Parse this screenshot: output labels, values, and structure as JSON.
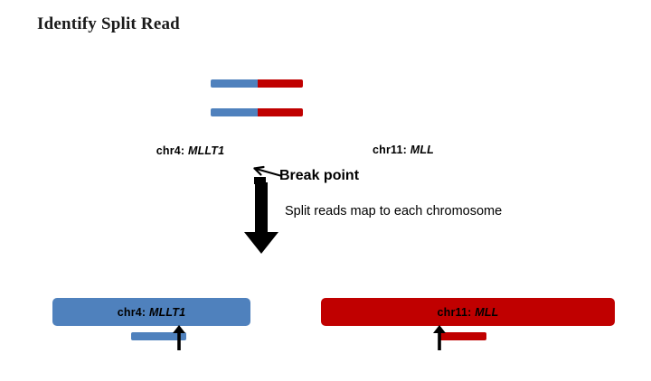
{
  "title": "Identify Split Read",
  "colors": {
    "blue": "#4F81BD",
    "red": "#C00000",
    "black": "#000000",
    "background": "#FFFFFF"
  },
  "top_panel": {
    "split_reads": [
      {
        "name": "split-read-1",
        "blue_segment": "chr4",
        "red_segment": "chr11"
      },
      {
        "name": "split-read-2",
        "blue_segment": "chr4",
        "red_segment": "chr11"
      }
    ],
    "fusion_bar": {
      "left_label_prefix": "chr4: ",
      "left_label_gene": "MLLT1",
      "right_label_prefix": "chr11: ",
      "right_label_gene": "MLL"
    },
    "breakpoint_label": "Break point"
  },
  "transition": {
    "caption": "Split reads map to each  chromosome",
    "arrow_direction": "down"
  },
  "bottom_panel": {
    "chromosomes": [
      {
        "name": "chr4",
        "label_prefix": "chr4: ",
        "label_gene": "MLLT1",
        "color": "#4F81BD"
      },
      {
        "name": "chr11",
        "label_prefix": "chr11: ",
        "label_gene": "MLL",
        "color": "#C00000"
      }
    ],
    "mapped_reads": [
      {
        "name": "mapped-read-chr4",
        "color": "#4F81BD"
      },
      {
        "name": "mapped-read-chr11",
        "color": "#C00000"
      }
    ]
  }
}
